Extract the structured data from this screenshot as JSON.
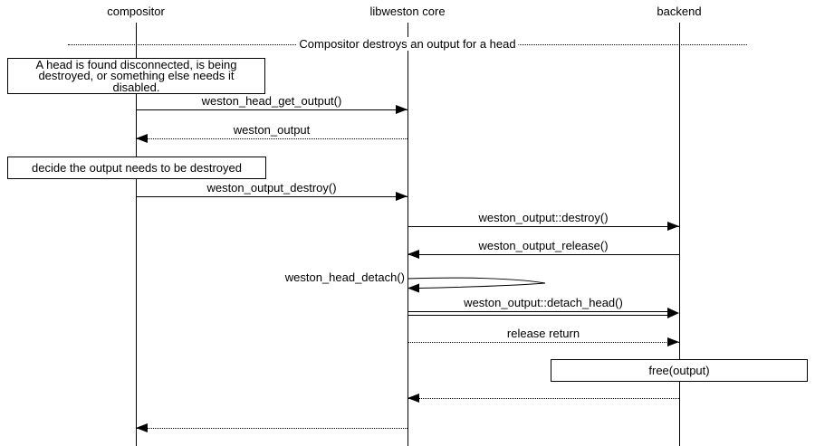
{
  "participants": [
    {
      "label": "compositor"
    },
    {
      "label": "libweston core"
    },
    {
      "label": "backend"
    }
  ],
  "divider": {
    "label": "Compositor destroys an output for a head"
  },
  "notes": {
    "disconnected": {
      "lines": [
        "A head is found disconnected, is being",
        "destroyed, or something else needs it",
        "disabled."
      ]
    },
    "decide": {
      "text": "decide the output needs to be destroyed"
    },
    "free_output": {
      "text": "free(output)"
    }
  },
  "messages": {
    "head_get_output": {
      "label": "weston_head_get_output()"
    },
    "weston_output_return": {
      "label": "weston_output"
    },
    "output_destroy": {
      "label": "weston_output_destroy()"
    },
    "output_destroy_vfunc": {
      "label": "weston_output::destroy()"
    },
    "output_release": {
      "label": "weston_output_release()"
    },
    "head_detach": {
      "label": "weston_head_detach()"
    },
    "output_detach_head": {
      "label": "weston_output::detach_head()"
    },
    "release_return": {
      "label": "release return"
    }
  },
  "colors": {
    "line": "#000000",
    "background": "#ffffff"
  }
}
